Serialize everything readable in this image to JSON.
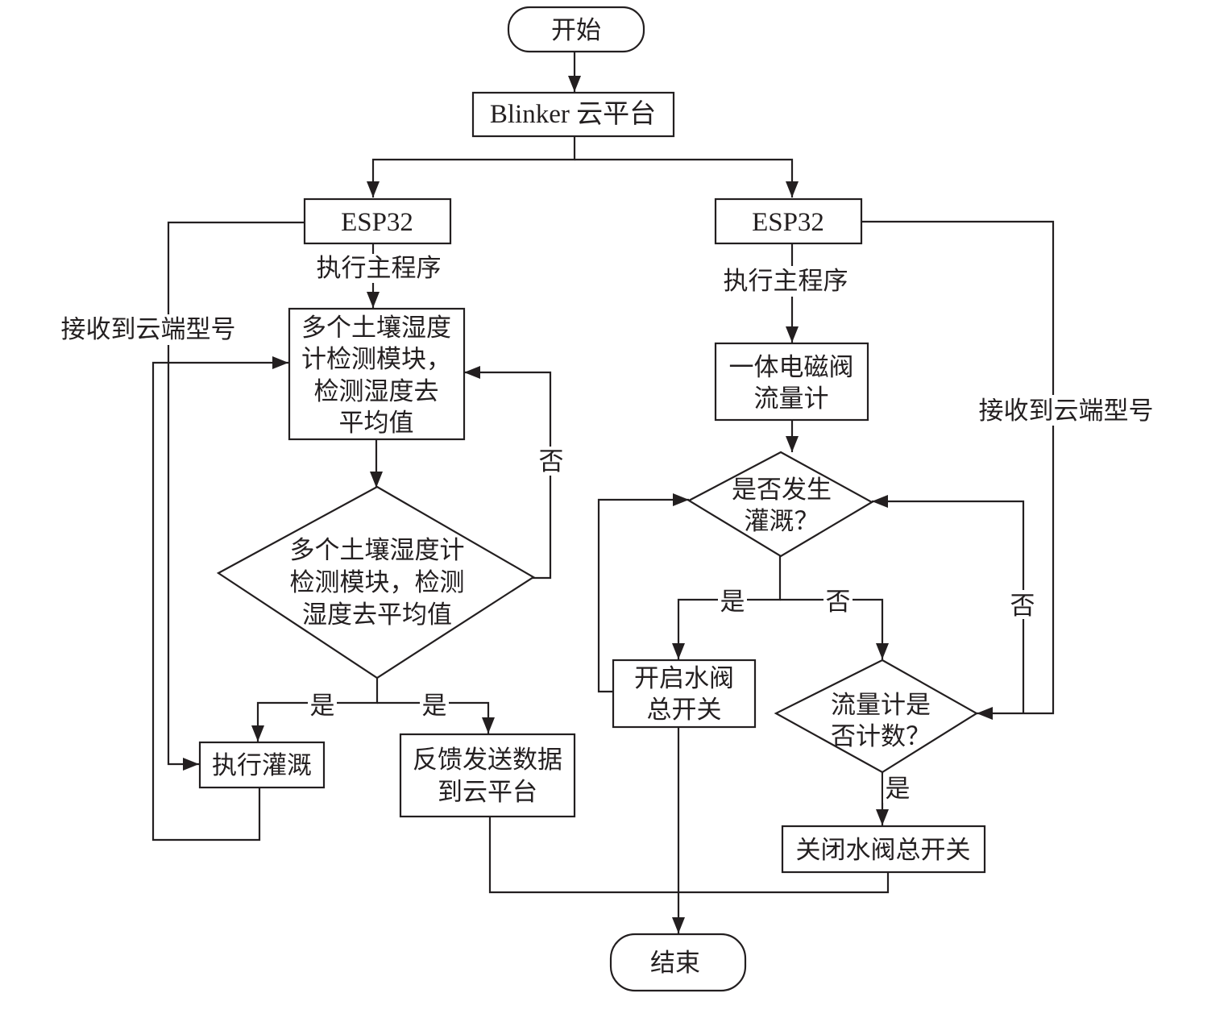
{
  "diagram": {
    "nodes": {
      "start": "开始",
      "blinker": "Blinker 云平台",
      "esp32_left": "ESP32",
      "esp32_right": "ESP32",
      "measure_left": [
        "多个土壤湿度",
        "计检测模块，",
        "检测湿度去",
        "平均值"
      ],
      "decision_left": [
        "多个土壤湿度计",
        "检测模块，检测",
        "湿度去平均值"
      ],
      "irrigate": "执行灌溉",
      "feedback": [
        "反馈发送数据",
        "到云平台"
      ],
      "flowmeter": [
        "一体电磁阀",
        "流量计"
      ],
      "decision_irrigating": [
        "是否发生",
        "灌溉？"
      ],
      "open_valve": [
        "开启水阀",
        "总开关"
      ],
      "decision_counting": [
        "流量计是",
        "否计数？"
      ],
      "close_valve": "关闭水阀总开关",
      "end": "结束"
    },
    "edge_labels": {
      "run_main_left": "执行主程序",
      "run_main_right": "执行主程序",
      "receive_left": "接收到云端型号",
      "receive_right": "接收到云端型号",
      "no_left": "否",
      "yes_left_a": "是",
      "yes_left_b": "是",
      "yes_irrigating": "是",
      "no_irrigating": "否",
      "no_counting": "否",
      "yes_counting": "是"
    }
  }
}
